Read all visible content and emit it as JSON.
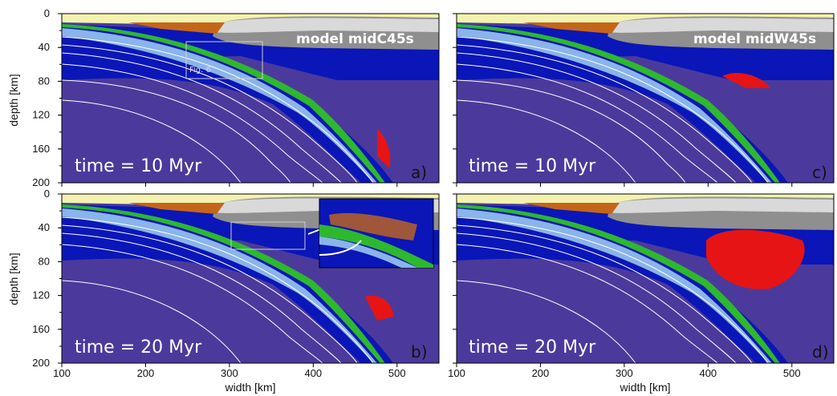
{
  "axes": {
    "ylabel": "depth [km]",
    "xlabel": "width [km]",
    "yticks": [
      "0",
      "40",
      "80",
      "120",
      "160",
      "200"
    ],
    "xticks": [
      "100",
      "200",
      "300",
      "400",
      "500"
    ]
  },
  "panels": [
    {
      "id": "a",
      "label": "a)",
      "time": "time = 10 Myr",
      "model": "model midC45s",
      "inset_label": "Fig. 6"
    },
    {
      "id": "b",
      "label": "b)",
      "time": "time = 20 Myr"
    },
    {
      "id": "c",
      "label": "c)",
      "time": "time = 10 Myr",
      "model": "model midW45s"
    },
    {
      "id": "d",
      "label": "d)",
      "time": "time = 20 Myr"
    }
  ],
  "colors": {
    "mantle": "#4b3a9c",
    "slab_mantle": "#0a16b8",
    "light_blue": "#8ab4ea",
    "green": "#2db82d",
    "orange": "#c4661a",
    "crust_light": "#f3f2b0",
    "gray_light": "#d9d9d9",
    "gray_dark": "#8f8f8f",
    "melt_red": "#e61414",
    "water": "#80e8c8"
  }
}
